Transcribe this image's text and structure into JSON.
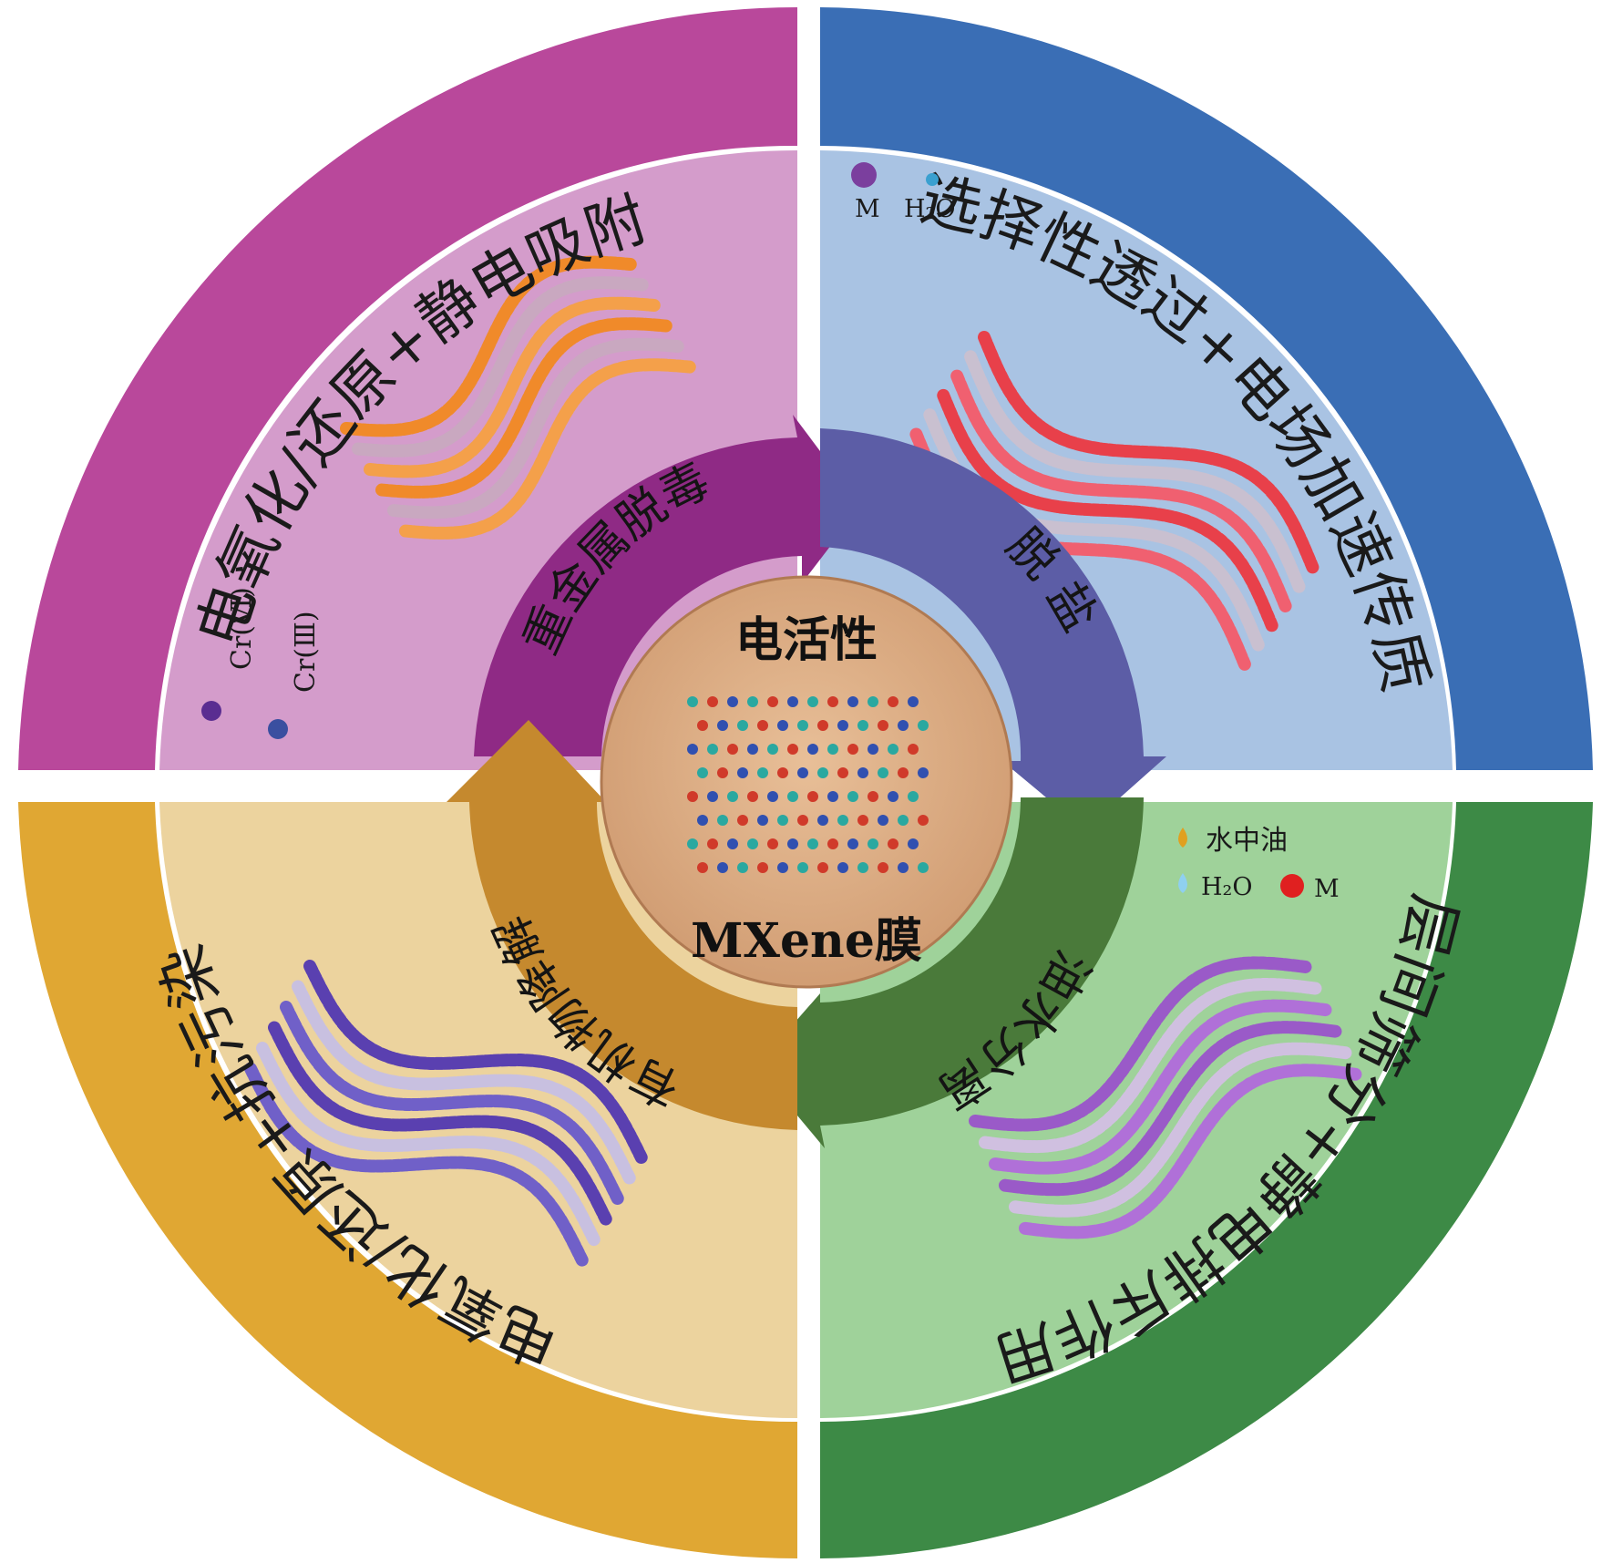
{
  "diagram": {
    "center": {
      "top_label": "电活性",
      "bottom_label": "MXene膜"
    },
    "quadrants": [
      {
        "id": "tl",
        "mechanism": "电氧化/还原+静电吸附",
        "application": "重金属脱毒",
        "color": "#b9489b",
        "panel_color": "#d49ccb",
        "ring_color": "#8f2a85",
        "legend": [
          "Cr(Ⅵ)",
          "Cr(Ⅲ)"
        ]
      },
      {
        "id": "tr",
        "mechanism": "选择性透过+电场加速传质",
        "application": "脱 盐",
        "color": "#3a6eb5",
        "panel_color": "#a9c3e3",
        "ring_color": "#5c5da6",
        "legend": [
          "M",
          "H₂O"
        ]
      },
      {
        "id": "br",
        "mechanism": "层间筛分+静电排斥作用",
        "application": "油水分离",
        "color": "#3d8a46",
        "panel_color": "#9fd29a",
        "ring_color": "#4a7a3a",
        "legend": [
          "水中油",
          "H₂O",
          "M"
        ]
      },
      {
        "id": "bl",
        "mechanism": "电氧化/还原+抗污染",
        "application": "有机物降解",
        "color": "#e0a733",
        "panel_color": "#ecd39e",
        "ring_color": "#c5892e",
        "legend": []
      }
    ]
  }
}
